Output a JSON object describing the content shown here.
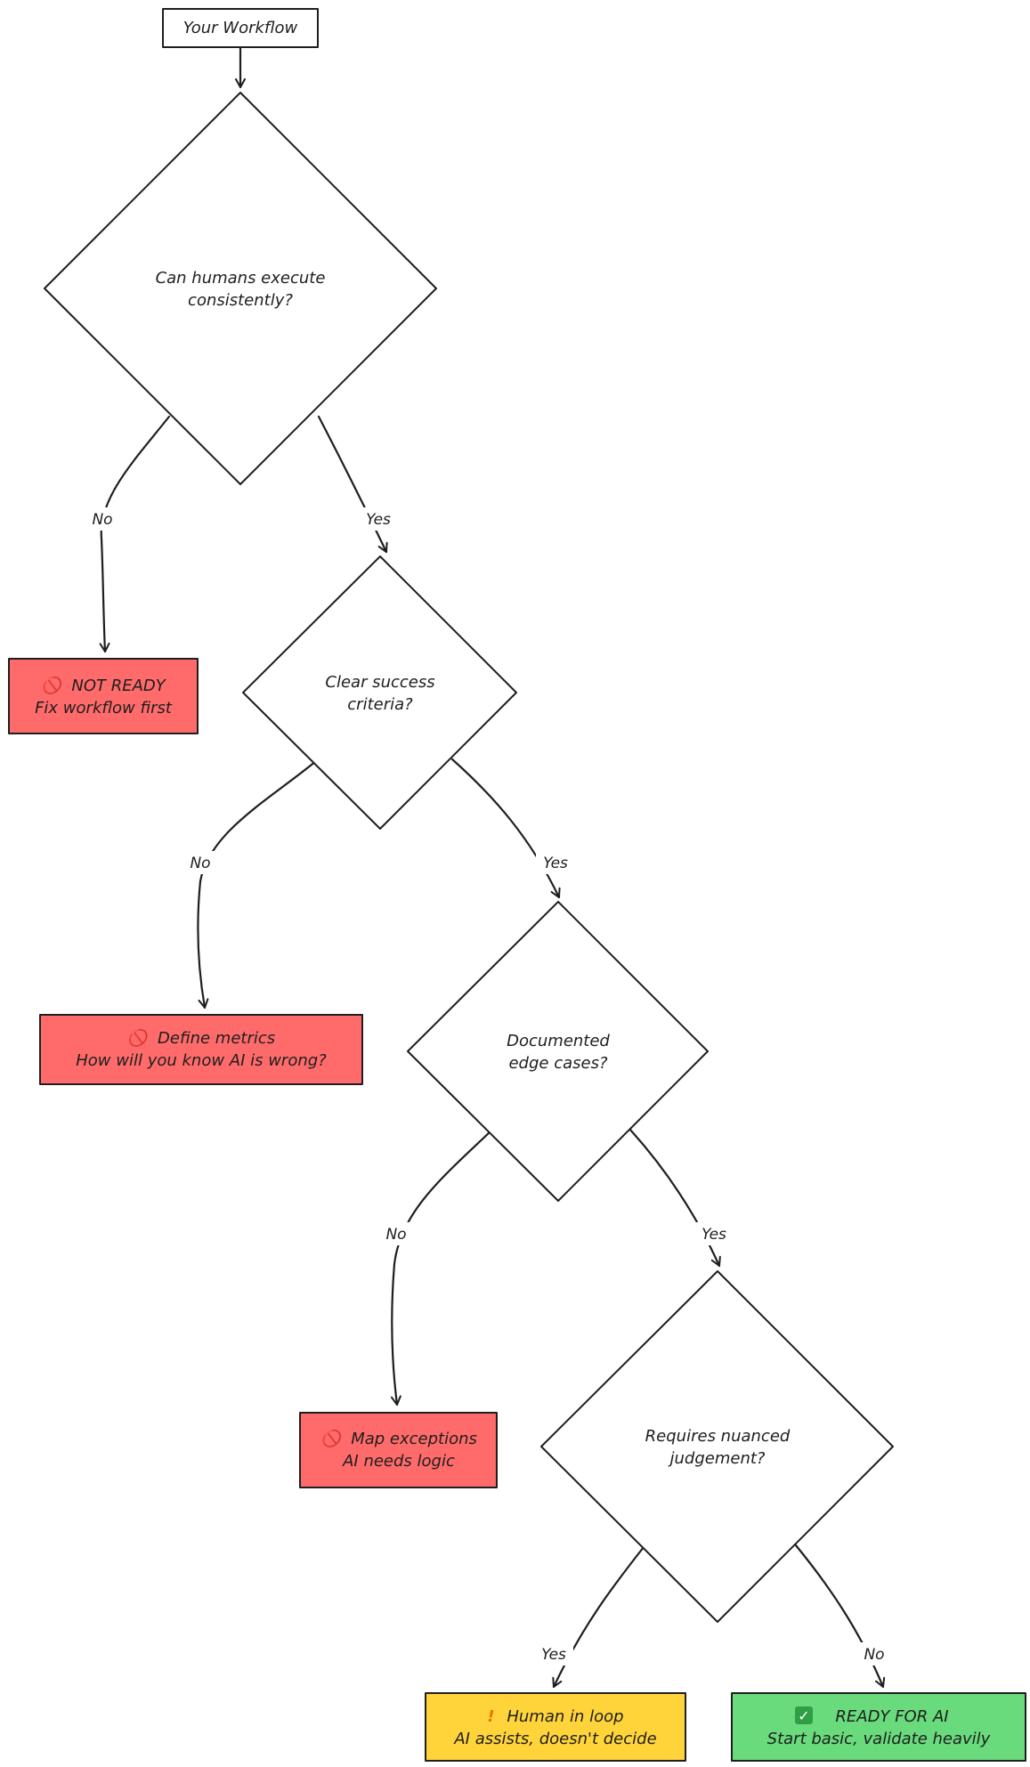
{
  "colors": {
    "outline": "#1e1e1e",
    "not_ready_fill": "#ff6b6b",
    "warning_fill": "#ffd43b",
    "ready_fill": "#69db7c",
    "background": "#ffffff"
  },
  "nodes": {
    "start": {
      "label": "Your Workflow"
    },
    "q1": {
      "lines": [
        "Can humans execute",
        "consistently?"
      ]
    },
    "q2": {
      "lines": [
        "Clear success",
        "criteria?"
      ]
    },
    "q3": {
      "lines": [
        "Documented",
        "edge cases?"
      ]
    },
    "q4": {
      "lines": [
        "Requires nuanced",
        "judgement?"
      ]
    },
    "r1": {
      "icon": "no-entry-icon",
      "icon_glyph": "🚫",
      "lines": [
        "NOT READY",
        "Fix workflow first"
      ]
    },
    "r2": {
      "icon": "no-entry-icon",
      "icon_glyph": "🚫",
      "lines": [
        "Define metrics",
        "How will you know AI is wrong?"
      ]
    },
    "r3": {
      "icon": "no-entry-icon",
      "icon_glyph": "🚫",
      "lines": [
        "Map exceptions",
        "AI needs logic"
      ]
    },
    "r4": {
      "icon": "warning-icon",
      "icon_glyph": "!",
      "lines": [
        "Human in loop",
        "AI assists, doesn't decide"
      ]
    },
    "r5": {
      "icon": "check-icon",
      "icon_glyph": "✓",
      "lines": [
        "READY FOR AI",
        "Start basic, validate heavily"
      ]
    }
  },
  "edges": {
    "q1_no": "No",
    "q1_yes": "Yes",
    "q2_no": "No",
    "q2_yes": "Yes",
    "q3_no": "No",
    "q3_yes": "Yes",
    "q4_yes": "Yes",
    "q4_no": "No"
  }
}
